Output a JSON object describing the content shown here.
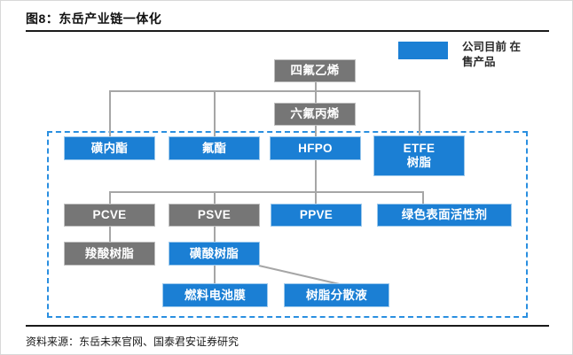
{
  "header": {
    "title": "图8：东岳产业链一体化"
  },
  "footer": {
    "source": "资料来源：东岳未来官网、国泰君安证券研究"
  },
  "legend": {
    "swatch_color": "#1b7fd4",
    "label": "公司目前\n在售产品"
  },
  "colors": {
    "blue_node": "#1b7fd4",
    "blue_node_border": "#9dc9ec",
    "gray_node": "#767676",
    "gray_node_border": "#bfbfbf",
    "connector": "#a6a6a6",
    "dashed_border": "#2a8fe0",
    "rule": "#1a1a1a"
  },
  "diagram": {
    "nodes": [
      {
        "id": "tfe",
        "label": "四氟乙烯",
        "type": "gray"
      },
      {
        "id": "hfp",
        "label": "六氟丙烯",
        "type": "gray"
      },
      {
        "id": "sultone",
        "label": "磺内酯",
        "type": "blue"
      },
      {
        "id": "fluoroester",
        "label": "氟酯",
        "type": "blue"
      },
      {
        "id": "hfpo",
        "label": "HFPO",
        "type": "blue"
      },
      {
        "id": "etfe",
        "label": "ETFE\n树脂",
        "type": "blue"
      },
      {
        "id": "pcve",
        "label": "PCVE",
        "type": "gray"
      },
      {
        "id": "psve",
        "label": "PSVE",
        "type": "gray"
      },
      {
        "id": "ppve",
        "label": "PPVE",
        "type": "blue"
      },
      {
        "id": "surfactant",
        "label": "绿色表面活性剂",
        "type": "blue"
      },
      {
        "id": "carboxylic",
        "label": "羧酸树脂",
        "type": "gray"
      },
      {
        "id": "sulfonic",
        "label": "磺酸树脂",
        "type": "blue"
      },
      {
        "id": "fuelcell",
        "label": "燃料电池膜",
        "type": "blue"
      },
      {
        "id": "dispersion",
        "label": "树脂分散液",
        "type": "blue"
      }
    ]
  }
}
